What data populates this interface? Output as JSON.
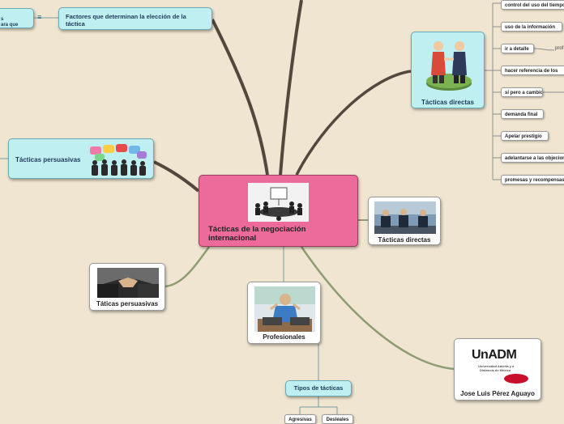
{
  "central": {
    "title": "Tácticas de la negociación internacional"
  },
  "topics": {
    "factores": "Factores que determinan la elección de la táctica",
    "factores_partial": "s\nara que",
    "persuasivas_label": "Tácticas persuasivas",
    "directas_top": "Tácticas directas",
    "directas_mid": "Tácticas directas",
    "taticas_persuasivas": "Táticas persuasivas",
    "profesionales": "Profesionales",
    "tipos": "Tipos de tácticas",
    "agresivas": "Agresivas",
    "desleales": "Desleales",
    "author": "Jose Luis Pérez Aguayo"
  },
  "logo": {
    "brand": "UnADM",
    "subtitle1": "Universidad Abierta y a",
    "subtitle2": "Distancia de México"
  },
  "directas_items": [
    "control del uso del tiempo",
    "uso de la información",
    "ir a detalle",
    "hacer referencia de los",
    "sí pero a cambio de",
    "demanda final",
    "Apelar prestigio",
    "adelantarse a las objeciones",
    "promesas y recompensas"
  ],
  "side_note": "prof",
  "menu_glyph": "≡",
  "colors": {
    "background": "#efe5d0",
    "central": "#ec6b9a",
    "topic": "#bfeff0",
    "link_dark": "#54483e",
    "link_green": "#8e9c72"
  }
}
